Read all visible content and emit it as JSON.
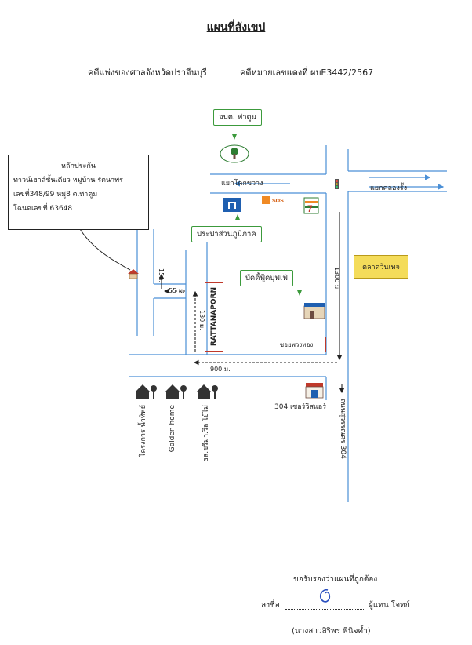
{
  "document": {
    "title": "แผนที่สังเขป",
    "court_line": "คดีแพ่งของศาลจังหวัดปราจีนบุรี",
    "case_line": "คดีหมายเลขแดงที่  ผบE3442/2567"
  },
  "map": {
    "info_box": {
      "heading": "หลักประกัน",
      "line1": "ทาวน์เฮาส์ชั้นเดียว หมู่บ้าน รัตนาพร",
      "line2": "เลขที่348/99 หมู่8 ต.ท่าตูม",
      "line3": "โฉนดเลขที่ 63648"
    },
    "callouts": {
      "obt": "อบต. ท่าตูม",
      "water": "ประปาส่วนภูมิภาค",
      "coffee": "บัดดี้ฟู้ดบุฟเฟ่",
      "market": "ตลาดวินเทจ"
    },
    "road_labels": {
      "junction_left": "แยกโคกขวาง",
      "junction_right": "แยกคลองรั้ง",
      "rattanaporn": "RATTANAPORN",
      "soi": "ซอยพวงทอง",
      "shop": "304 เซอร์วิสแอร์",
      "highway": "ถนนสุวรรณศร 304"
    },
    "distances": {
      "d15": "15ม.",
      "d55": "55 ม.",
      "d130": "130 ม.",
      "d900": "900 ม.",
      "d1300": "1300 ม."
    },
    "projects": [
      {
        "name": "โครงการ น้ำทิพย์"
      },
      {
        "name": "Golden home"
      },
      {
        "name": "ธส.ชรีมา.วิล ไป๋ไม่"
      }
    ],
    "logo_text": {
      "sos": "SOS",
      "seven": "7"
    },
    "colors": {
      "road": "#4a8fd6",
      "route": "#222222",
      "callout_border": "#3c9a3c",
      "market_fill": "#f4dc5a",
      "soi_border": "#c0392b"
    }
  },
  "certification": {
    "statement": "ขอรับรองว่าแผนที่ถูกต้อง",
    "sign_label": "ลงชื่อ",
    "sign_role": "ผู้แทน โจทก์",
    "signer": "(นางสาวสิริพร พินิจค้ำ)"
  }
}
